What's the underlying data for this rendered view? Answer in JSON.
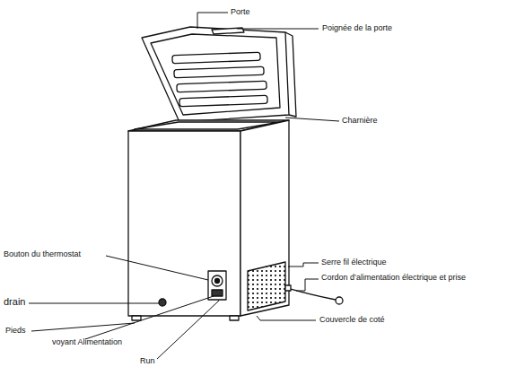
{
  "diagram": {
    "labels": [
      "Porte",
      "Poignée de la porte",
      "Charnière",
      "Bouton du thermostat",
      "Serre fil électrique",
      "Cordon d’alimentation électrique et prise",
      "drain",
      "Couvercle de coté",
      "Pieds",
      "voyant Alimentation",
      "Run"
    ]
  }
}
